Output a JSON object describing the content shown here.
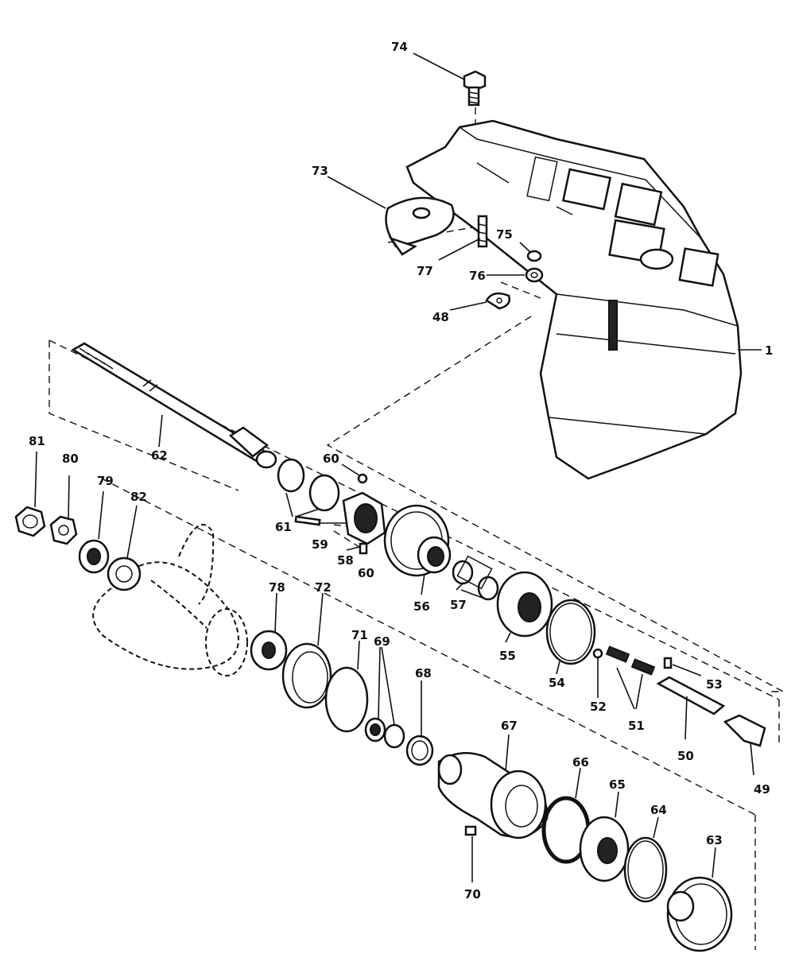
{
  "diagram": {
    "parts": [
      {
        "id": "74",
        "label": "74"
      },
      {
        "id": "73",
        "label": "73"
      },
      {
        "id": "75",
        "label": "75"
      },
      {
        "id": "77",
        "label": "77"
      },
      {
        "id": "76",
        "label": "76"
      },
      {
        "id": "48",
        "label": "48"
      },
      {
        "id": "1",
        "label": "1"
      },
      {
        "id": "62",
        "label": "62"
      },
      {
        "id": "81",
        "label": "81"
      },
      {
        "id": "80",
        "label": "80"
      },
      {
        "id": "79",
        "label": "79"
      },
      {
        "id": "82",
        "label": "82"
      },
      {
        "id": "60a",
        "label": "60"
      },
      {
        "id": "61",
        "label": "61"
      },
      {
        "id": "59",
        "label": "59"
      },
      {
        "id": "58",
        "label": "58"
      },
      {
        "id": "60b",
        "label": "60"
      },
      {
        "id": "56",
        "label": "56"
      },
      {
        "id": "57",
        "label": "57"
      },
      {
        "id": "55",
        "label": "55"
      },
      {
        "id": "54",
        "label": "54"
      },
      {
        "id": "52",
        "label": "52"
      },
      {
        "id": "51",
        "label": "51"
      },
      {
        "id": "53",
        "label": "53"
      },
      {
        "id": "50",
        "label": "50"
      },
      {
        "id": "49",
        "label": "49"
      },
      {
        "id": "78",
        "label": "78"
      },
      {
        "id": "72",
        "label": "72"
      },
      {
        "id": "71",
        "label": "71"
      },
      {
        "id": "69",
        "label": "69"
      },
      {
        "id": "68",
        "label": "68"
      },
      {
        "id": "67",
        "label": "67"
      },
      {
        "id": "66",
        "label": "66"
      },
      {
        "id": "65",
        "label": "65"
      },
      {
        "id": "64",
        "label": "64"
      },
      {
        "id": "63",
        "label": "63"
      },
      {
        "id": "70",
        "label": "70"
      }
    ]
  }
}
